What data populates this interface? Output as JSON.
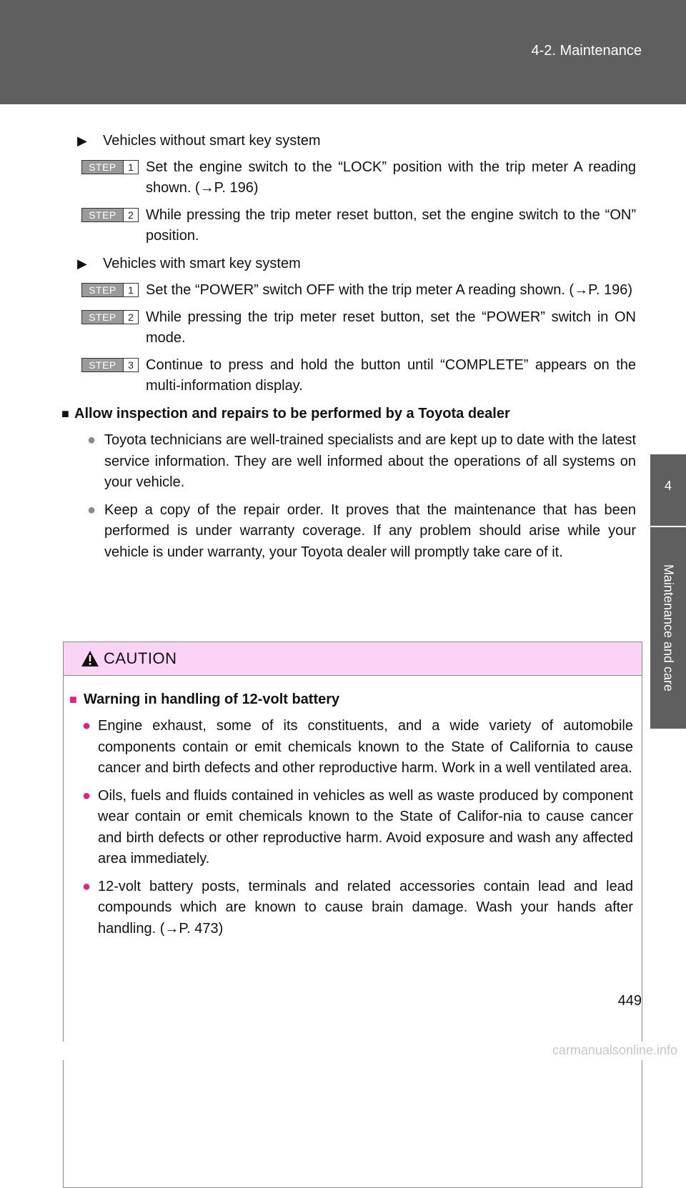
{
  "header": {
    "section": "4-2. Maintenance"
  },
  "side_tab": {
    "number": "4",
    "label": "Maintenance and care"
  },
  "groups": [
    {
      "title": "Vehicles without smart key system",
      "steps": [
        {
          "word": "STEP",
          "number": "1",
          "text": "Set the engine switch to the “LOCK” position with the trip meter A reading shown. (→P. 196)"
        },
        {
          "word": "STEP",
          "number": "2",
          "text": "While pressing the trip meter reset button, set the engine switch to the “ON” position."
        }
      ]
    },
    {
      "title": "Vehicles with smart key system",
      "steps": [
        {
          "word": "STEP",
          "number": "1",
          "text": "Set the “POWER” switch OFF with the trip meter A reading shown. (→P. 196)"
        },
        {
          "word": "STEP",
          "number": "2",
          "text": "While pressing the trip meter reset button, set the “POWER” switch in ON mode."
        },
        {
          "word": "STEP",
          "number": "3",
          "text": "Continue to press and hold the button until “COMPLETE” appears on the multi-information display."
        }
      ]
    }
  ],
  "section": {
    "heading": "Allow inspection and repairs to be performed by a Toyota dealer",
    "bullets": [
      "Toyota technicians are well-trained specialists and are kept up to date with the latest service information. They are well informed about the operations of all systems on your vehicle.",
      "Keep a copy of the repair order. It proves that the maintenance that has been performed is under warranty coverage. If any problem should arise while your vehicle is under warranty, your Toyota dealer will promptly take care of it."
    ]
  },
  "caution": {
    "title": "CAUTION",
    "heading": "Warning in handling of 12-volt battery",
    "bullets": [
      "Engine exhaust, some of its constituents, and a wide variety of automobile components contain or emit chemicals known to the State of California to cause cancer and birth defects and other reproductive harm. Work in a well ventilated area.",
      "Oils, fuels and fluids contained in vehicles as well as waste produced by component wear contain or emit chemicals known to the State of Califor-nia to cause cancer and birth defects or other reproductive harm. Avoid exposure and wash any affected area immediately.",
      "12-volt battery posts, terminals and related accessories contain lead and lead compounds which are known to cause brain damage. Wash your hands after handling. (→P. 473)"
    ]
  },
  "page_number": "449",
  "footer": {
    "watermark": "carmanualsonline.info"
  },
  "colors": {
    "header_gray": "#5f5f5f",
    "caution_pink": "#fbd3f6",
    "accent_magenta": "#e0218a"
  },
  "icons": {
    "sub_bullet": "triangle-right-icon",
    "heading_marker": "square-icon",
    "bullet": "circle-icon",
    "caution": "warning-triangle-icon"
  }
}
